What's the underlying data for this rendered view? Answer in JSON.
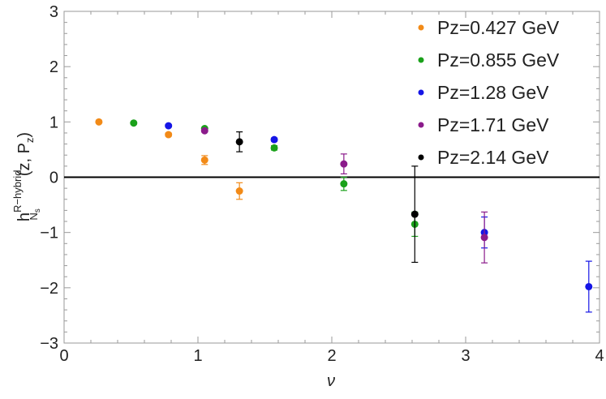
{
  "chart_data": {
    "type": "scatter",
    "title": "",
    "xlabel": "ν",
    "ylabel": {
      "base": "h",
      "sup": "R−hybrid",
      "sub": "N",
      "subsub": "s",
      "args": "(z, P",
      "args_sub": "z",
      "args_close": ")"
    },
    "xlim": [
      0,
      4
    ],
    "ylim": [
      -3,
      3
    ],
    "xticks": [
      0,
      1,
      2,
      3,
      4
    ],
    "yticks": [
      -3,
      -2,
      -1,
      0,
      1,
      2,
      3
    ],
    "legend_position": "top-right",
    "series": [
      {
        "name": "Pz=0.427 GeV",
        "color": "#f28a17",
        "points": [
          {
            "x": 0.26,
            "y": 1.0,
            "err": 0.0
          },
          {
            "x": 0.78,
            "y": 0.77,
            "err": 0.03
          },
          {
            "x": 1.05,
            "y": 0.31,
            "err": 0.08
          },
          {
            "x": 1.31,
            "y": -0.25,
            "err": 0.15
          }
        ]
      },
      {
        "name": "Pz=0.855 GeV",
        "color": "#1aa11a",
        "points": [
          {
            "x": 0.52,
            "y": 0.98,
            "err": 0.0
          },
          {
            "x": 1.05,
            "y": 0.88,
            "err": 0.02
          },
          {
            "x": 1.57,
            "y": 0.53,
            "err": 0.04
          },
          {
            "x": 2.09,
            "y": -0.12,
            "err": 0.12
          },
          {
            "x": 2.62,
            "y": -0.85,
            "err": 0.22
          }
        ]
      },
      {
        "name": "Pz=1.28 GeV",
        "color": "#1515e6",
        "points": [
          {
            "x": 0.78,
            "y": 0.93,
            "err": 0.02
          },
          {
            "x": 1.57,
            "y": 0.68,
            "err": 0.03
          },
          {
            "x": 3.14,
            "y": -1.0,
            "err": 0.28
          },
          {
            "x": 3.92,
            "y": -1.98,
            "err": 0.46
          }
        ]
      },
      {
        "name": "Pz=1.71 GeV",
        "color": "#8b1b8b",
        "points": [
          {
            "x": 1.05,
            "y": 0.84,
            "err": 0.02
          },
          {
            "x": 2.09,
            "y": 0.24,
            "err": 0.18
          },
          {
            "x": 3.14,
            "y": -1.09,
            "err": 0.46
          }
        ]
      },
      {
        "name": "Pz=2.14 GeV",
        "color": "#000000",
        "points": [
          {
            "x": 1.31,
            "y": 0.64,
            "err": 0.18
          },
          {
            "x": 2.62,
            "y": -0.67,
            "err": 0.87
          }
        ]
      }
    ]
  }
}
